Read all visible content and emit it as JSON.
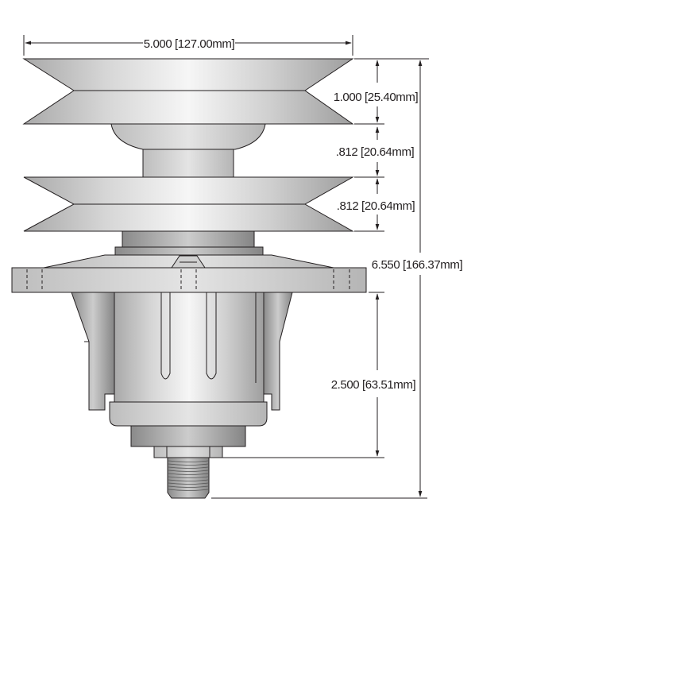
{
  "diagram": {
    "subject": "spindle-assembly",
    "dimensions": {
      "overall_width": "5.000 [127.00mm]",
      "top_pulley_height": "1.000 [25.40mm]",
      "pulley_gap": ".812 [20.64mm]",
      "lower_pulley_height": ".812 [20.64mm]",
      "overall_height": "6.550 [166.37mm]",
      "lower_housing_height": "2.500 [63.51mm]"
    },
    "colors": {
      "line": "#231f20",
      "metal_dark": "#8c8c8c",
      "metal_light": "#f4f4f4",
      "metal_mid": "#c4c4c4",
      "background": "#ffffff"
    }
  }
}
